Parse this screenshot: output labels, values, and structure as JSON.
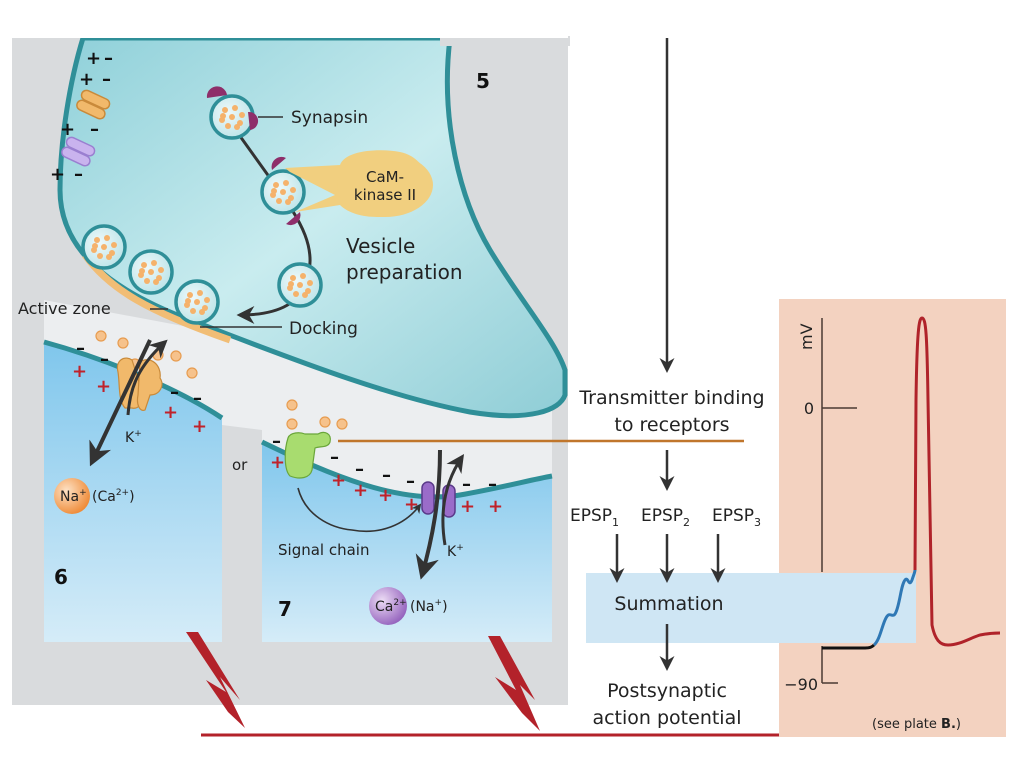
{
  "panel_numbers": {
    "presynaptic": "5",
    "fast_receptor": "6",
    "metabotropic": "7"
  },
  "presynaptic": {
    "synapsin_label": "Synapsin",
    "camkinase_line1": "CaM-",
    "camkinase_line2": "kinase II",
    "vesicle_prep_line1": "Vesicle",
    "vesicle_prep_line2": "preparation",
    "active_zone_label": "Active zone",
    "docking_label": "Docking"
  },
  "ionotropic": {
    "k_ion": "K",
    "k_sup": "+",
    "na_ion": "Na",
    "na_sup": "+",
    "ca_alt": "(Ca",
    "ca_alt_sup": "2+",
    "ca_alt_close": ")"
  },
  "or_label": "or",
  "metabotropic": {
    "signal_chain_label": "Signal chain",
    "k_ion": "K",
    "k_sup": "+",
    "ca_ion": "Ca",
    "ca_sup": "2+",
    "na_alt": "(Na",
    "na_alt_sup": "+",
    "na_alt_close": ")"
  },
  "flow": {
    "transmitter_line1": "Transmitter binding",
    "transmitter_line2": "to receptors",
    "epsp": [
      {
        "base": "EPSP",
        "sub": "1"
      },
      {
        "base": "EPSP",
        "sub": "2"
      },
      {
        "base": "EPSP",
        "sub": "3"
      }
    ],
    "summation": "Summation",
    "postsynaptic_line1": "Postsynaptic",
    "postsynaptic_line2": "action potential"
  },
  "graph": {
    "y_axis_label": "mV",
    "tick_zero": "0",
    "tick_min": "−90",
    "see_plate_prefix": "(see plate ",
    "see_plate_bold": "B.",
    "see_plate_suffix": ")"
  },
  "colors": {
    "membrane": "#2f8f98",
    "terminal_fill": "#a9dde3",
    "cleft": "#e9ecee",
    "panel_bg": "#d9dbdd",
    "postsyn_fill": "#a6d8f2",
    "vesicle_dot": "#f5b26b",
    "synapsin": "#8e2e6a",
    "camk": "#f1cf7f",
    "receptor_orange": "#f1b96b",
    "channel_purple": "#9a6cc9",
    "receptor_green": "#a8dc6f",
    "na_sphere": "#f49a4e",
    "ca_sphere": "#a877c9",
    "binding_line": "#c0762c",
    "signal_red": "#b3222a",
    "graph_bg": "#f3d2c0",
    "summation_bg": "#cfe6f4",
    "ap_red": "#b0232a",
    "epsp_blue": "#2f78b5"
  }
}
